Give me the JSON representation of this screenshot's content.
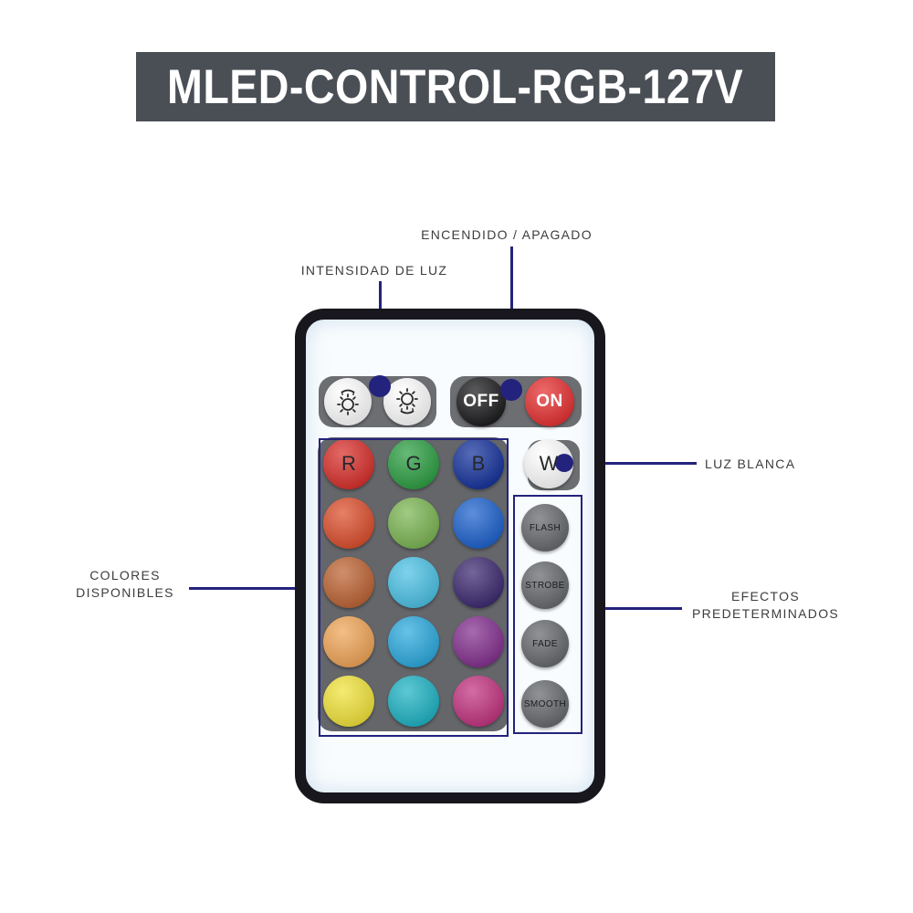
{
  "title": "MLED-CONTROL-RGB-127V",
  "annotations": {
    "power": "ENCENDIDO / APAGADO",
    "intensity": "INTENSIDAD DE LUZ",
    "white": "LUZ BLANCA",
    "colors": {
      "line1": "COLORES",
      "line2": "DISPONIBLES"
    },
    "effects": {
      "line1": "EFECTOS",
      "line2": "PREDETERMINADOS"
    }
  },
  "remote": {
    "brightness_icons": [
      "brightness-up-icon",
      "brightness-down-icon"
    ],
    "power_buttons": [
      {
        "label": "OFF",
        "color": "#1c1c1e"
      },
      {
        "label": "ON",
        "color": "#e63132"
      }
    ],
    "primary_buttons": [
      {
        "label": "R",
        "color": "#d8302c"
      },
      {
        "label": "G",
        "color": "#2d9f43"
      },
      {
        "label": "B",
        "color": "#16339c"
      },
      {
        "label": "W",
        "color": "#ffffff"
      }
    ],
    "color_grid": [
      [
        "#dc4f2d",
        "#7cb654",
        "#1e62cd"
      ],
      [
        "#bd6434",
        "#4cc2e5",
        "#3d2a71"
      ],
      [
        "#f0a558",
        "#2caade",
        "#84308f"
      ],
      [
        "#f1e33b",
        "#1fb3c4",
        "#c23480"
      ]
    ],
    "effect_buttons": [
      "FLASH",
      "STROBE",
      "FADE",
      "SMOOTH"
    ]
  },
  "colors": {
    "annotation_navy": "#23237d",
    "banner_bg": "#4a4f56",
    "label_text": "#3d3d3d",
    "pad_gray": "#6c6e72",
    "remote_border": "#17171d",
    "remote_face": "#f9fcfe",
    "effect_button_gray": "#67696d"
  }
}
